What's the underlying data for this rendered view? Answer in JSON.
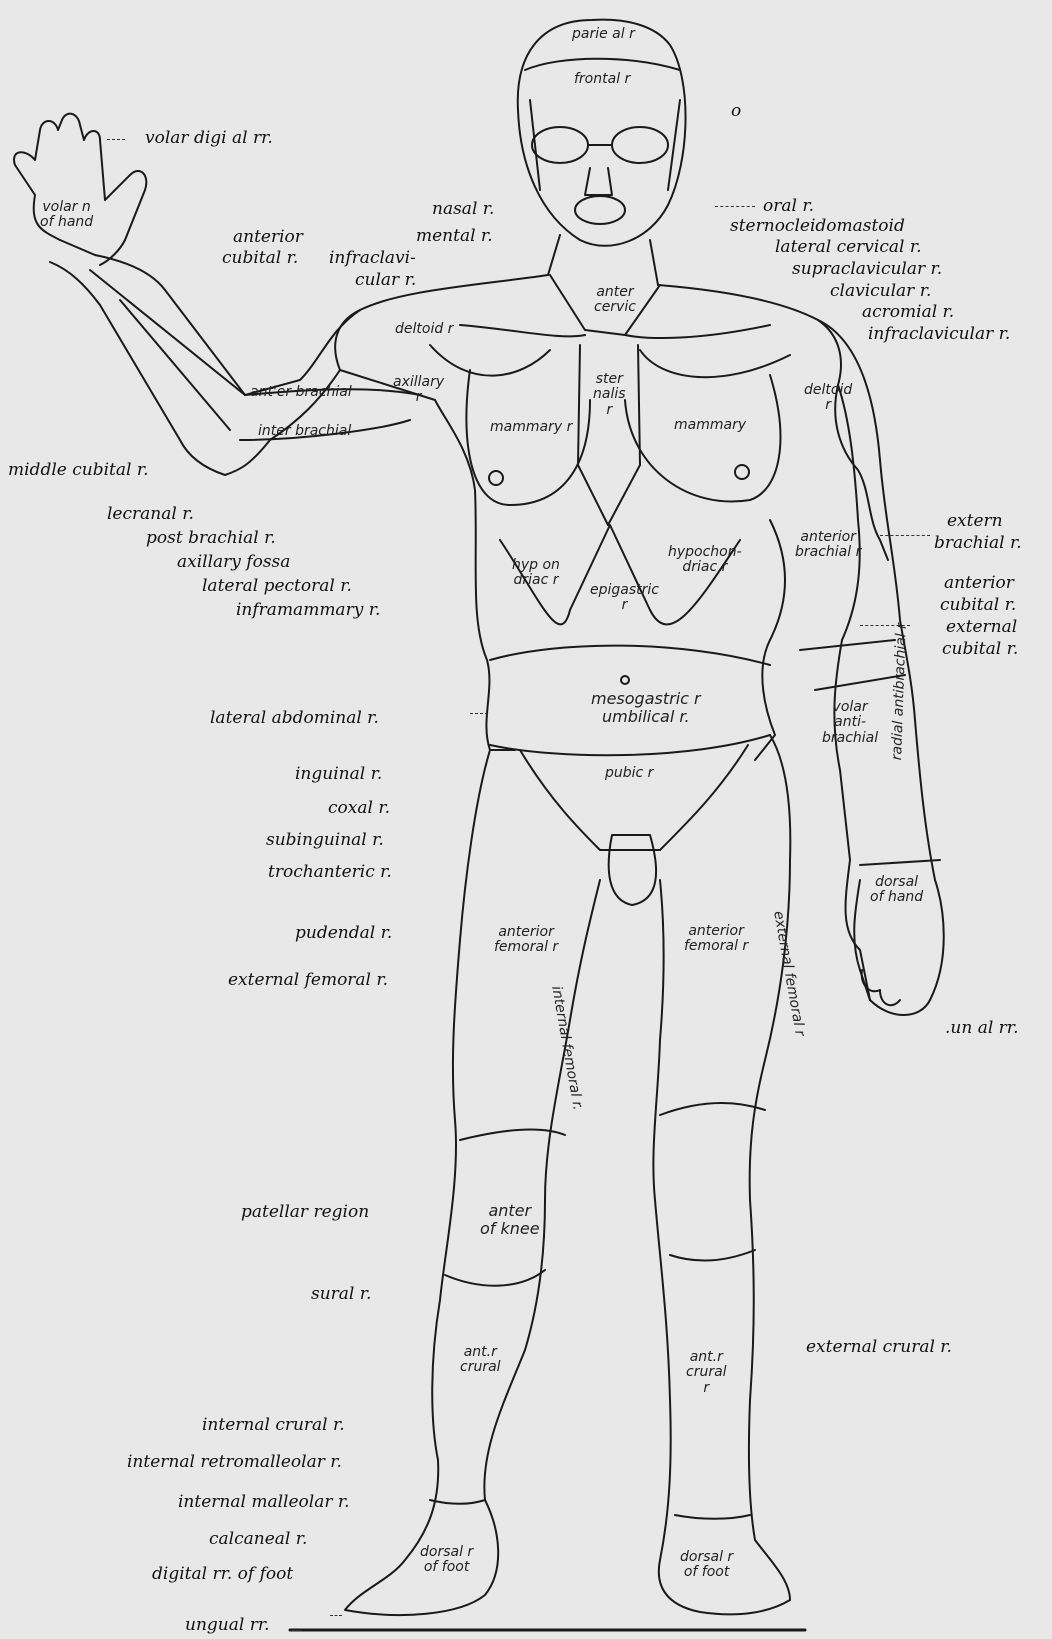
{
  "outside_labels": {
    "volar_digital": "volar digi al rr.",
    "anterior_cubital_left": "anterior",
    "anterior_cubital_left2": "cubital r.",
    "nasal": "nasal r.",
    "mental": "mental r.",
    "infraclavicular_a": "infraclavi-",
    "infraclavicular_b": "cular r.",
    "oral": "oral r.",
    "sternocleidomastoid": "sternocleidomastoid",
    "lateral_cervical": "lateral cervical r.",
    "supraclavicular": "supraclavicular r.",
    "clavicular": "clavicular r.",
    "acromial": "acromial r.",
    "infraclavicular_right": "infraclavicular r.",
    "middle_cubital": "middle cubital r.",
    "olecranal": "lecranal r.",
    "post_brachial": "post brachial r.",
    "axillary_fossa": "axillary fossa",
    "lateral_pectoral": "lateral pectoral r.",
    "inframammary": "inframammary r.",
    "extern_brachial_a": "extern",
    "extern_brachial_b": "brachial r.",
    "anterior_cubital_right_a": "anterior",
    "anterior_cubital_right_b": "cubital r.",
    "external_cubital_a": "external",
    "external_cubital_b": "cubital r.",
    "lateral_abdominal": "lateral abdominal r.",
    "inguinal": "inguinal r.",
    "coxal": "coxal r.",
    "subinguinal": "subinguinal r.",
    "trochanteric": "trochanteric r.",
    "pudendal": "pudendal r.",
    "external_femoral": "external femoral r.",
    "ungual_right": ".un al rr.",
    "patellar": "patellar region",
    "sural": "sural r.",
    "external_crural": "external crural r.",
    "internal_crural": "internal crural r.",
    "internal_retromalleolar": "internal retromalleolar r.",
    "internal_malleolar": "internal malleolar r.",
    "calcaneal": "calcaneal r.",
    "digital_foot": "digital rr. of foot",
    "ungual_foot": "ungual rr.",
    "top_mark": "o"
  },
  "inside_labels": {
    "parietal": "parie al r",
    "frontal": "frontal r",
    "volar_hand": "volar n\nof hand",
    "anterior_cervical": "anter\ncervic",
    "deltoid_left": "deltoid r",
    "ant_brachial": "ant'er brachial",
    "int_brachial": "inter brachial",
    "axillary": "axillary\nr",
    "sternal": "ster\nnalis\nr",
    "mammary_left": "mammary r",
    "mammary_right": "mammary",
    "deltoid_right": "deltoid\nr",
    "hypochondriac_left": "hyp on\ndriac r",
    "epigastric": "epigastric\nr",
    "hypochondriac_right": "hypochon-\ndriac r",
    "anterior_brachial": "anterior\nbrachial r",
    "mesogastric": "mesogastric r\numbilical r.",
    "volar_antibrachial": "volar\nanti-\nbrachial",
    "radial_antibrachial": "radial antibrachial r",
    "pubic": "pubic r",
    "dorsal_hand": "dorsal\nof hand",
    "anterior_femoral_left": "anterior\nfemoral r",
    "anterior_femoral_right": "anterior\nfemoral r",
    "internal_femoral": "internal femoral r.",
    "external_femoral_in": "external femoral r",
    "anterior_knee": "anter\nof knee",
    "anterior_crural_left": "ant.r\ncrural",
    "anterior_crural_right": "ant.r\ncrural\nr",
    "dorsal_foot_left": "dorsal r\nof foot",
    "dorsal_foot_right": "dorsal r\nof foot"
  }
}
